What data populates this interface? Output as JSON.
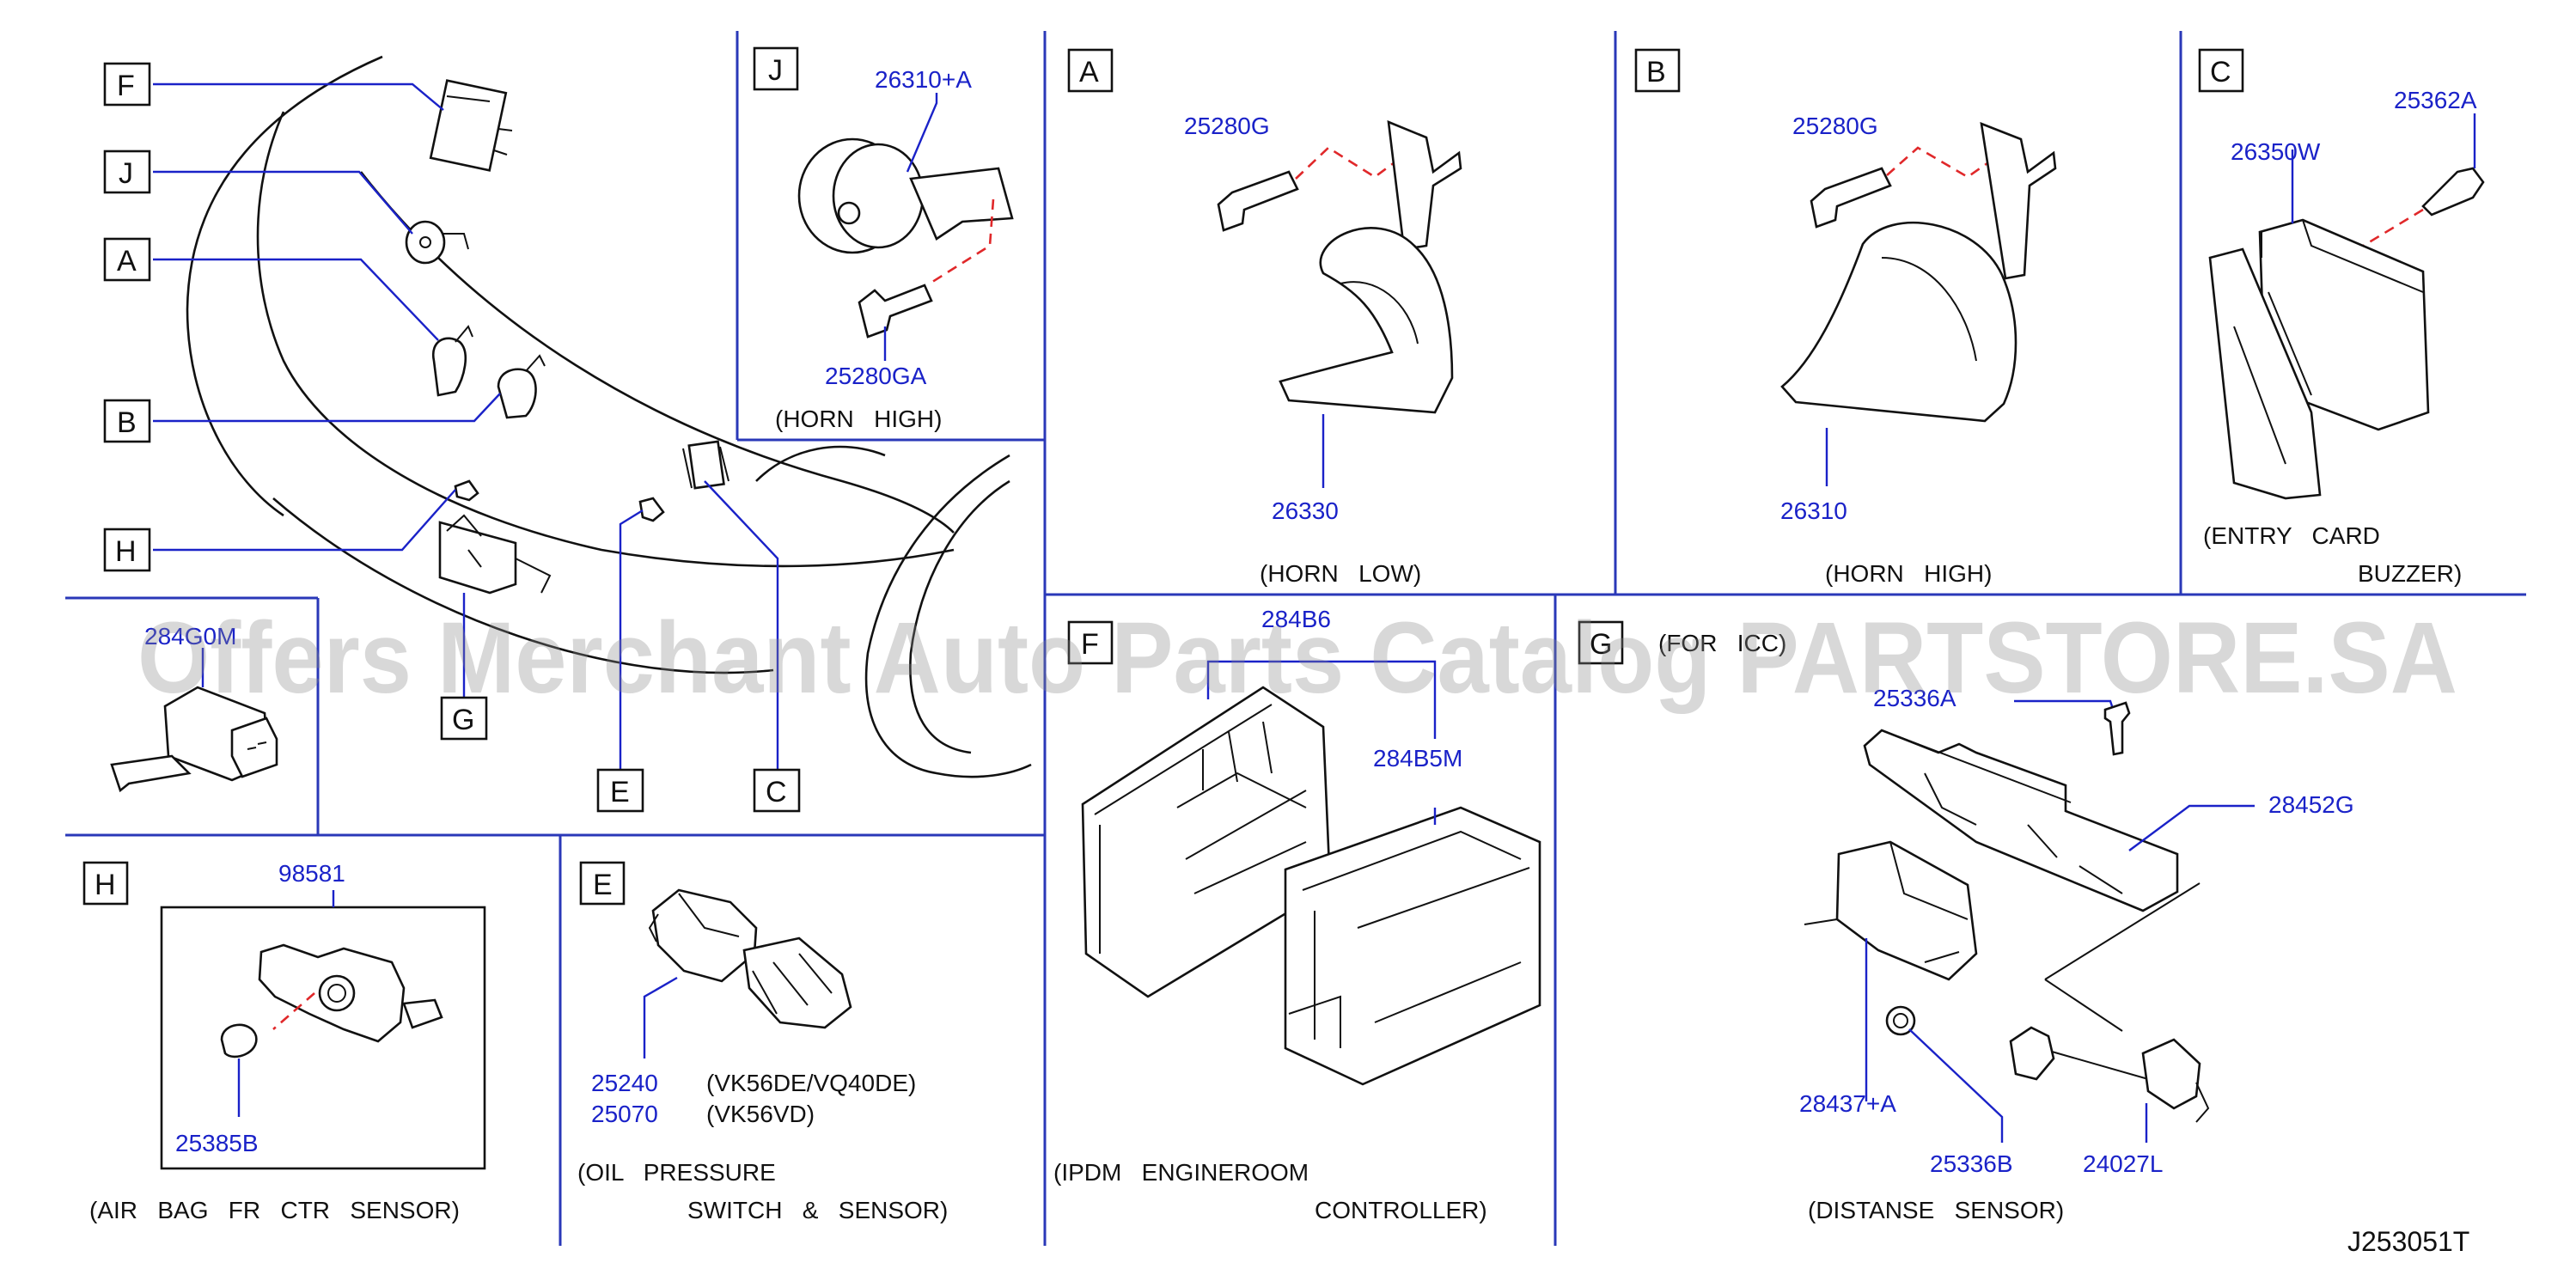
{
  "diagram_code": "J253051T",
  "watermark": "Offers Merchant Auto Parts Catalog PARTSTORE.SA",
  "overview_labels": [
    "F",
    "J",
    "A",
    "B",
    "H",
    "G",
    "E",
    "C"
  ],
  "panel_J": {
    "letter": "J",
    "parts": [
      "26310+A",
      "25280GA"
    ],
    "caption": "(HORN   HIGH)"
  },
  "panel_A": {
    "letter": "A",
    "parts": [
      "25280G",
      "26330"
    ],
    "caption": "(HORN   LOW)"
  },
  "panel_B": {
    "letter": "B",
    "parts": [
      "25280G",
      "26310"
    ],
    "caption": "(HORN   HIGH)"
  },
  "panel_C": {
    "letter": "C",
    "parts": [
      "26350W",
      "25362A"
    ],
    "caption1": "(ENTRY   CARD",
    "caption2": "BUZZER)"
  },
  "panel_small": {
    "part": "284G0M"
  },
  "panel_F": {
    "letter": "F",
    "parts": [
      "284B6",
      "284B5M"
    ],
    "caption1": "(IPDM   ENGINEROOM",
    "caption2": "CONTROLLER)"
  },
  "panel_G": {
    "letter": "G",
    "note": "(FOR   ICC)",
    "parts": [
      "25336A",
      "28452G",
      "28437+A",
      "25336B",
      "24027L"
    ],
    "caption": "(DISTANSE   SENSOR)"
  },
  "panel_H": {
    "letter": "H",
    "parts": [
      "98581",
      "25385B"
    ],
    "caption": "(AIR   BAG   FR   CTR   SENSOR)"
  },
  "panel_E": {
    "letter": "E",
    "parts": [
      "25240",
      "25070"
    ],
    "variants": [
      "(VK56DE/VQ40DE)",
      "(VK56VD)"
    ],
    "caption1": "(OIL   PRESSURE",
    "caption2": "SWITCH   &   SENSOR)"
  }
}
